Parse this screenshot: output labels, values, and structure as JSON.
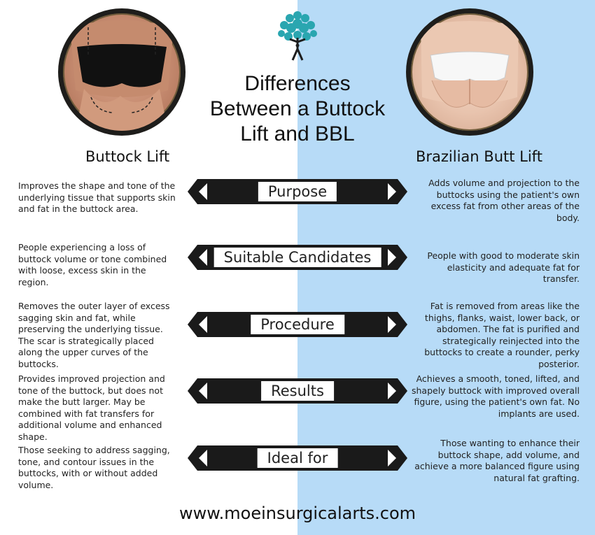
{
  "title": {
    "line1": "Differences",
    "line2": "Between a Buttock",
    "line3": "Lift and BBL"
  },
  "columns": {
    "left": "Buttock Lift",
    "right": "Brazilian Butt Lift"
  },
  "rows": [
    {
      "label": "Purpose",
      "left": "Improves the shape and tone of the underlying tissue that supports skin and fat in the buttock area.",
      "right": "Adds volume and projection to the buttocks using the patient's own excess fat from other areas of the body."
    },
    {
      "label": "Suitable Candidates",
      "left": "People experiencing a loss of buttock volume or tone combined with loose, excess skin in the region.",
      "right": "People with good to moderate skin elasticity and adequate fat for transfer."
    },
    {
      "label": "Procedure",
      "left": "Removes the outer layer of excess sagging skin and fat, while preserving the underlying tissue. The scar is strategically placed along the upper curves of the buttocks.",
      "right": "Fat is removed from areas like the thighs, flanks, waist, lower back, or abdomen. The fat is purified and strategically reinjected into the buttocks to create a rounder, perky posterior."
    },
    {
      "label": "Results",
      "left": "Provides improved projection and tone of the buttock, but does not make the butt larger. May be combined with fat transfers for additional volume and enhanced shape.",
      "right": "Achieves a smooth, toned, lifted, and shapely buttock with improved overall figure, using the patient's own fat. No implants are used."
    },
    {
      "label": "Ideal for",
      "left": "Those seeking to address sagging, tone, and contour issues in the buttocks, with or without added volume.",
      "right": "Those wanting to enhance their buttock shape, add volume, and achieve a more balanced figure using natural fat grafting."
    }
  ],
  "footer": "www.moeinsurgicalarts.com",
  "colors": {
    "right_panel": "#b7dbf7",
    "bar": "#1a1a1a",
    "logo": "#2aa6b0"
  },
  "icons": {
    "logo": "tree-figure-logo",
    "arrows": "chevron-arrow-icon"
  }
}
